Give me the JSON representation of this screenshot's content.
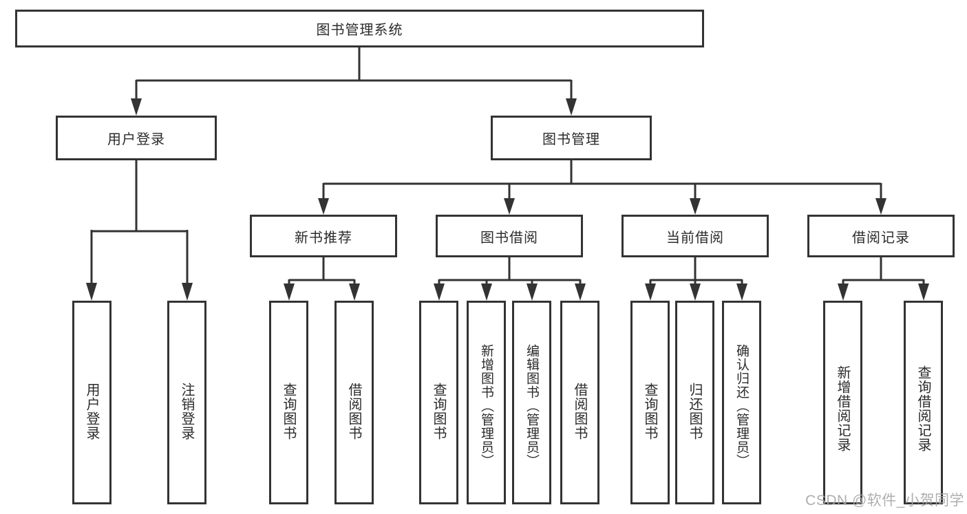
{
  "diagram": {
    "root": {
      "label": "图书管理系统"
    },
    "level2": [
      {
        "label": "用户登录"
      },
      {
        "label": "图书管理"
      }
    ],
    "level3": [
      {
        "label": "新书推荐"
      },
      {
        "label": "图书借阅"
      },
      {
        "label": "当前借阅"
      },
      {
        "label": "借阅记录"
      }
    ],
    "leaves": {
      "user_login": [
        "用户登录",
        "注销登录"
      ],
      "new_book_recommend": [
        "查询图书",
        "借阅图书"
      ],
      "book_borrow": [
        "查询图书",
        "新增图书（管理员）",
        "编辑图书（管理员）",
        "借阅图书"
      ],
      "current_borrow": [
        "查询图书",
        "归还图书",
        "确认归还（管理员）"
      ],
      "borrow_records": [
        "新增借阅记录",
        "查询借阅记录"
      ]
    }
  },
  "watermark": {
    "text": "CSDN @软件_小贺同学"
  },
  "colors": {
    "line": "#333333",
    "text": "#2b2b2b",
    "watermark": "#a6a6a6",
    "background": "#ffffff"
  }
}
